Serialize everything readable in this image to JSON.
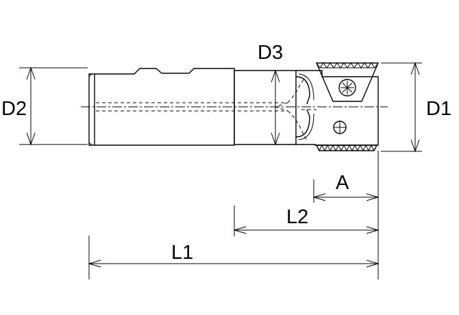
{
  "labels": {
    "d1": "D1",
    "d2": "D2",
    "d3": "D3",
    "a": "A",
    "l1": "L1",
    "l2": "L2"
  }
}
